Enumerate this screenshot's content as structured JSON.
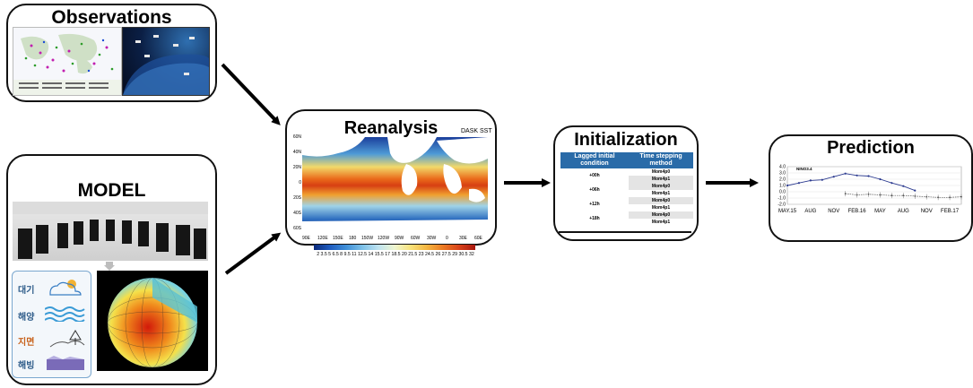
{
  "observations": {
    "title": "Observations"
  },
  "model": {
    "title": "MODEL",
    "components": [
      {
        "label": "대기",
        "color": "#2e5c8a"
      },
      {
        "label": "해양",
        "color": "#2e5c8a"
      },
      {
        "label": "지면",
        "color": "#c8611a"
      },
      {
        "label": "해빙",
        "color": "#2e5c8a"
      }
    ]
  },
  "reanalysis": {
    "title": "Reanalysis",
    "map_title": "DASK SST",
    "lat_labels": [
      "60N",
      "40N",
      "20N",
      "0",
      "20S",
      "40S",
      "60S"
    ],
    "lon_labels": [
      "90E",
      "120E",
      "150E",
      "180",
      "150W",
      "120W",
      "90W",
      "60W",
      "30W",
      "0",
      "30E",
      "60E"
    ],
    "colorbar_labels": "2 3.5 5 6.5 8 9.5 11 12.5 14 15.5 17 18.5 20 21.5 23 24.5 26 27.5 29 30.5 32"
  },
  "initialization": {
    "title": "Initialization",
    "col1": "Lagged initial condition",
    "col2": "Time stepping method",
    "groups": [
      {
        "lag": "+00h",
        "methods": [
          "Mom4p0",
          "Mom4p1"
        ]
      },
      {
        "lag": "+06h",
        "methods": [
          "Mom4p0",
          "Mom4p1"
        ]
      },
      {
        "lag": "+12h",
        "methods": [
          "Mom4p0",
          "Mom4p1"
        ]
      },
      {
        "lag": "+18h",
        "methods": [
          "Mom4p0",
          "Mom4p1"
        ]
      }
    ]
  },
  "prediction": {
    "title": "Prediction",
    "label": "NINO3.4",
    "chart_data": {
      "type": "line",
      "x": [
        "MAY.15",
        "",
        "AUG",
        "",
        "NOV",
        "",
        "FEB.16",
        "",
        "MAY",
        "",
        "AUG",
        "",
        "NOV",
        "",
        "FEB.17",
        ""
      ],
      "y_ticks": [
        "4.0",
        "3.0",
        "2.0",
        "1.0",
        "0.0",
        "-1.0",
        "-2.0"
      ],
      "ylim": [
        -2.0,
        4.0
      ],
      "observed": [
        1.0,
        1.4,
        1.8,
        1.9,
        2.4,
        2.9,
        2.6,
        2.5,
        2.0,
        1.4,
        0.9,
        0.2
      ],
      "forecast": [
        -0.3,
        -0.5,
        -0.4,
        -0.5,
        -0.6,
        -0.6,
        -0.7,
        -0.8,
        -0.9,
        -0.9,
        -0.8
      ]
    }
  }
}
